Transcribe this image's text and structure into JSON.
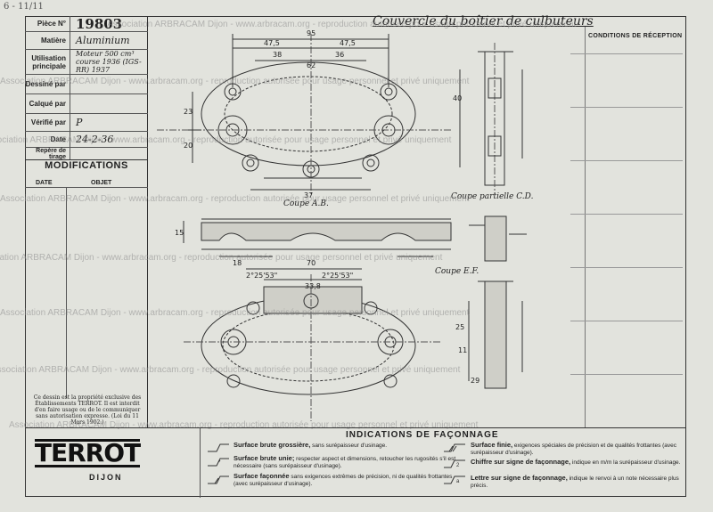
{
  "corner_ref": "6 - 11/11",
  "title_block": {
    "piece_label": "Pièce N°",
    "piece_value": "19803",
    "matiere_label": "Matière",
    "matiere_value": "Aluminium",
    "utilisation_label": "Utilisation principale",
    "utilisation_value": "Moteur 500 cm³ course 1936 (IGS-RR) 1937",
    "dessine_label": "Dessiné par",
    "calque_label": "Calqué par",
    "verifie_label": "Vérifié par",
    "verifie_value": "P",
    "date_label": "Date",
    "date_value": "24-2-36",
    "repere_label": "Repère de tirage"
  },
  "modifications": {
    "title": "MODIFICATIONS",
    "col_date": "DATE",
    "col_objet": "OBJET"
  },
  "legal": "Ce dessin est la propriété exclusive des Établissements TERROT. Il est interdit d'en faire usage ou de le communiquer sans autorisation expresse. (Loi du 11 Mars 1902.)",
  "drawing": {
    "title": "Couvercle du boîtier de culbuteurs",
    "conditions": "CONDITIONS DE RÉCEPTION",
    "section_ab": "Coupe A.B.",
    "section_cd": "Coupe partielle C.D.",
    "section_ef": "Coupe E.F.",
    "dims": {
      "d95": "95",
      "d475a": "47,5",
      "d475b": "47,5",
      "d38": "38",
      "d36": "36",
      "d62": "62",
      "d23": "23",
      "d20": "20",
      "d37": "37",
      "d40": "40",
      "d70": "70",
      "d338": "33,8",
      "d15": "15",
      "d18": "18",
      "d25": "25",
      "d11": "11",
      "d29": "29",
      "ang1": "2°25'53\"",
      "ang2": "2°25'53\""
    }
  },
  "company": {
    "logo": "TERROT",
    "city": "DIJON"
  },
  "indications": {
    "title": "INDICATIONS DE FAÇONNAGE",
    "items": [
      {
        "bold": "Surface brute grossière,",
        "text": " sans surépaisseur d'usinage."
      },
      {
        "bold": "Surface brute unie;",
        "text": " respecter aspect et dimensions, retoucher les rugosités s'il est nécessaire (sans surépaisseur d'usinage)."
      },
      {
        "bold": "Surface façonnée",
        "text": " sans exigences extrêmes de précision, ni de qualités frottantes (avec surépaisseur d'usinage)."
      },
      {
        "bold": "Surface finie,",
        "text": " exigences spéciales de précision et de qualités frottantes (avec surépaisseur d'usinage)."
      },
      {
        "bold": "Chiffre sur signe de façonnage,",
        "text": " indique en m/m la surépaisseur d'usinage."
      },
      {
        "bold": "Lettre sur signe de façonnage,",
        "text": " indique le renvoi à un note nécessaire plus précis."
      }
    ]
  },
  "watermark": "Association ARBRACAM Dijon - www.arbracam.org - reproduction autorisée pour usage personnel et privé uniquement"
}
